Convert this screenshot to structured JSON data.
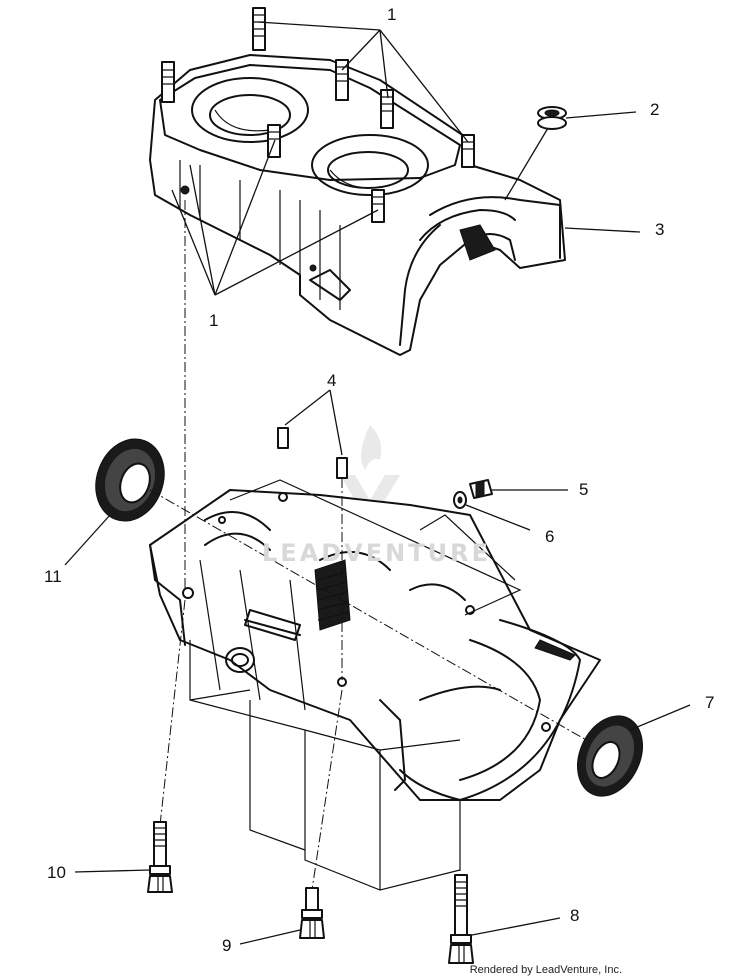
{
  "labels": {
    "l1_top": "1",
    "l1_bottom": "1",
    "l2": "2",
    "l3": "3",
    "l4": "4",
    "l5": "5",
    "l6": "6",
    "l7": "7",
    "l8": "8",
    "l9": "9",
    "l10": "10",
    "l11": "11"
  },
  "watermark": "LEADVENTURE",
  "credit": "Rendered by LeadVenture, Inc."
}
